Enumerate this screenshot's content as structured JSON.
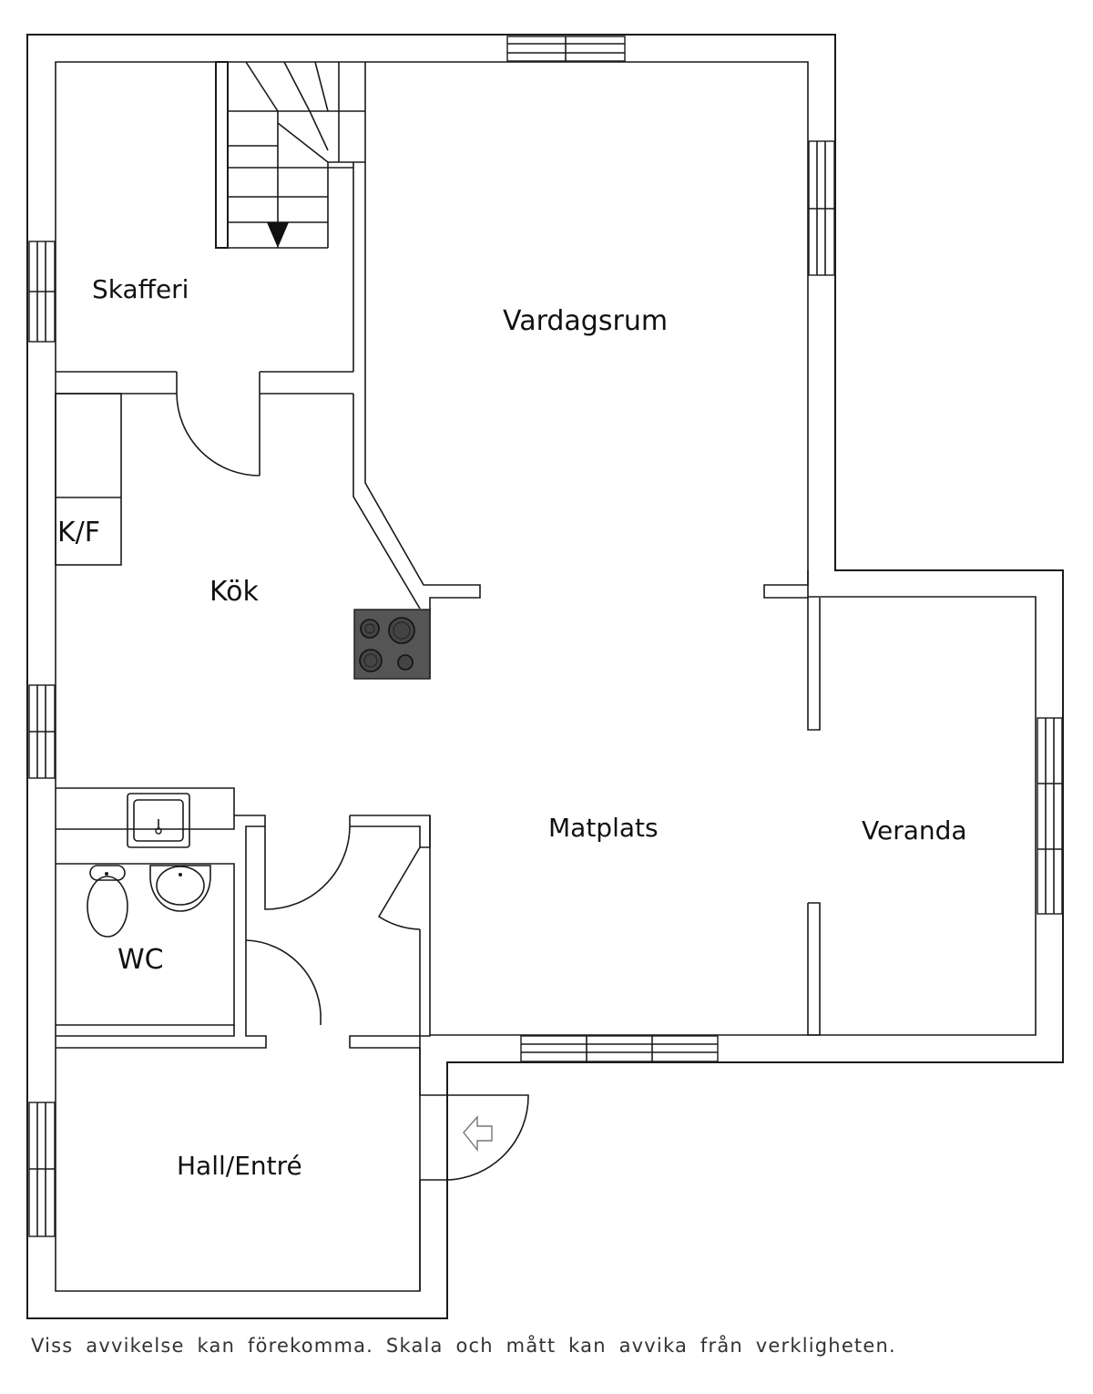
{
  "rooms": {
    "skafferi": "Skafferi",
    "vardagsrum": "Vardagsrum",
    "kok": "Kök",
    "kf": "K/F",
    "matplats": "Matplats",
    "veranda": "Veranda",
    "wc": "WC",
    "hall": "Hall/Entré"
  },
  "disclaimer": "Viss avvikelse kan förekomma. Skala och mått kan avvika från verkligheten.",
  "colors": {
    "line": "#1a1a1a",
    "stove": "#555555",
    "background": "#ffffff"
  }
}
